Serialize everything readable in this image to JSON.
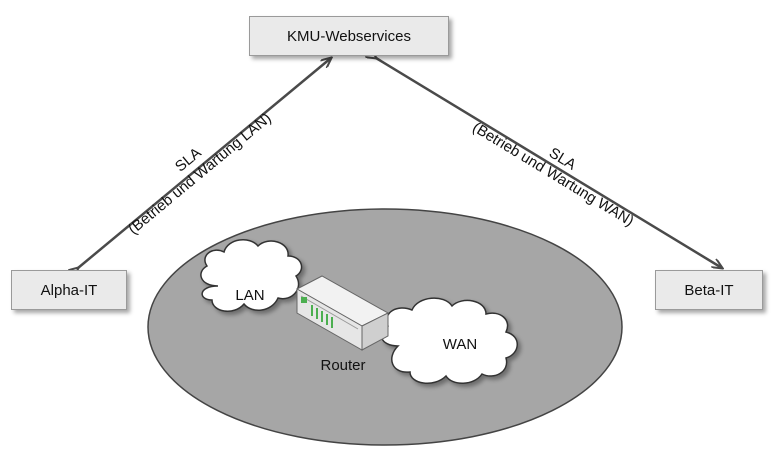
{
  "nodes": {
    "top": "KMU-Webservices",
    "left": "Alpha-IT",
    "right": "Beta-IT"
  },
  "labels": {
    "left_sla": "SLA",
    "left_sla_detail": "(Betrieb und Wartung LAN)",
    "right_sla": "SLA",
    "right_sla_detail": "(Betrieb und Wartung WAN)"
  },
  "network": {
    "lan": "LAN",
    "wan": "WAN",
    "router": "Router"
  },
  "colors": {
    "box_fill": "#eaeaea",
    "ellipse_fill": "#a6a6a6",
    "cloud_fill": "#ffffff",
    "arrow": "#4a4a4a"
  }
}
